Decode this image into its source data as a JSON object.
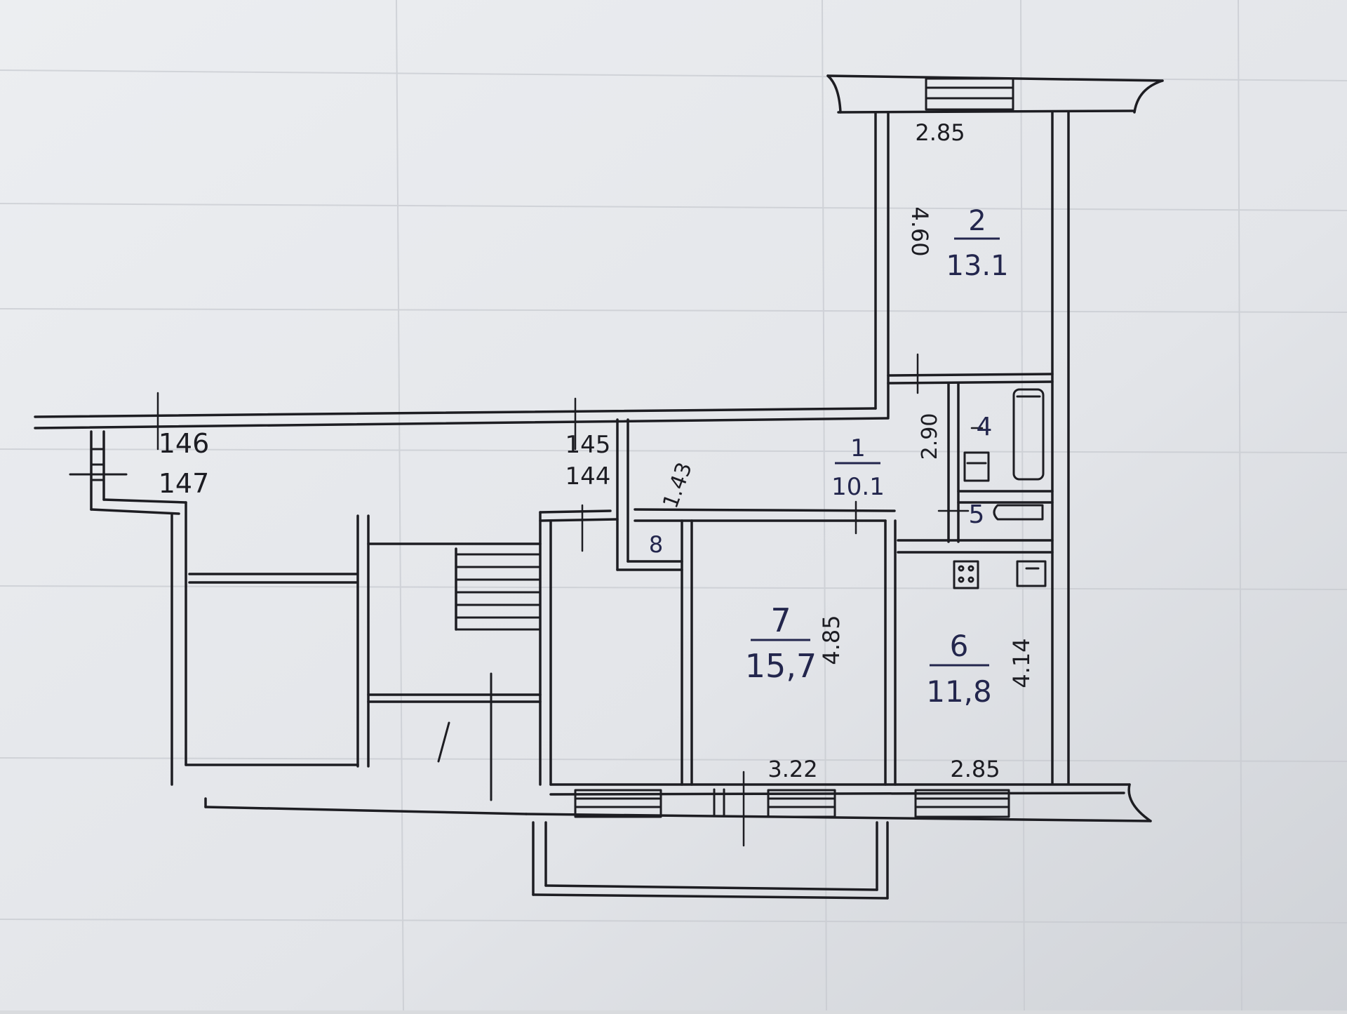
{
  "plan": {
    "rooms": [
      {
        "number": "1",
        "area": "10.1"
      },
      {
        "number": "2",
        "area": "13.1"
      },
      {
        "number": "4",
        "area": ""
      },
      {
        "number": "5",
        "area": ""
      },
      {
        "number": "6",
        "area": "11,8"
      },
      {
        "number": "7",
        "area": "15,7"
      },
      {
        "number": "8",
        "area": ""
      }
    ],
    "dimensions": {
      "room2_width": "2.85",
      "room2_length": "4.60",
      "bath_length": "2.90",
      "room7_length": "4.85",
      "room7_width": "3.22",
      "room6_length": "4.14",
      "room6_width": "2.85",
      "closet_length": "1.43"
    },
    "neighbor_marks": [
      "146",
      "147",
      "145",
      "144"
    ]
  },
  "colors": {
    "paper": "#e9ebee",
    "ink": "#1d1d22",
    "grid": "#c6c9cf",
    "ghost_text": "#b9bcc2"
  }
}
